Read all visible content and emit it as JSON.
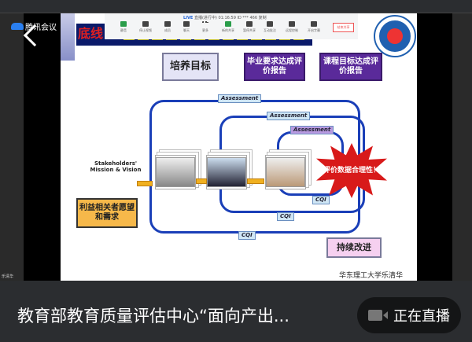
{
  "app": {
    "name": "腾讯会议",
    "speaker": "乐清华"
  },
  "toolbar": {
    "live": "LIVE",
    "live_status": "直播(进行中)",
    "timer": "01:16:59",
    "meeting_id": "ID *** 466",
    "copy": "复制",
    "buttons": [
      "静音",
      "停止视频",
      "成员",
      "聊天",
      "更多",
      "新的共享",
      "暂停共享",
      "互动批注",
      "远程控制",
      "开启字幕"
    ],
    "end_share": "结束共享"
  },
  "slide": {
    "title_prefix": "底线",
    "box_goal": "培养目标",
    "box_grad": "毕业要求达成评价报告",
    "box_course": "课程目标达成评价报告",
    "assessment": [
      "Assessment",
      "Assessment",
      "Assessment"
    ],
    "cqi": [
      "CQI",
      "CQI",
      "CQI"
    ],
    "stakeholders": "Stakeholders' Mission & Vision",
    "stakeholder_box": "利益相关者愿望和需求",
    "burst": "评价数据合理性！",
    "improve": "持续改进",
    "signature": "华东理工大学乐清华"
  },
  "bottom": {
    "title": "教育部教育质量评估中心“面向产出...",
    "live_button": "正在直播"
  }
}
